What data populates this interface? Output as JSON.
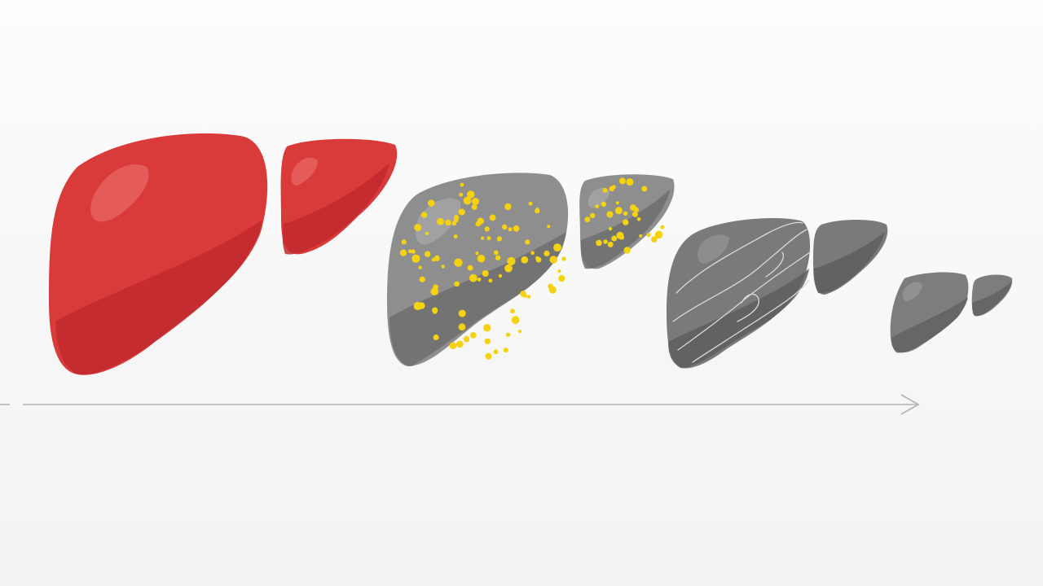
{
  "stages": [
    {
      "id": "healthy",
      "color": "#d93a3a",
      "shadow": "#c02a2e",
      "highlight": "#ea6a66"
    },
    {
      "id": "fatty",
      "color": "#8e8e8e",
      "shadow": "#6f6f6f",
      "highlight": "#a9a9a9",
      "spot_color": "#f5d20f"
    },
    {
      "id": "fibrosis",
      "color": "#7a7a7a",
      "shadow": "#5e5e5e",
      "highlight": "#969696",
      "line_color": "#d9d9d9"
    },
    {
      "id": "cirrhosis",
      "color": "#7d7d7d",
      "shadow": "#616161",
      "highlight": "#9a9a9a"
    }
  ],
  "arrow": {
    "color": "#b3b3b3",
    "direction": "right"
  }
}
